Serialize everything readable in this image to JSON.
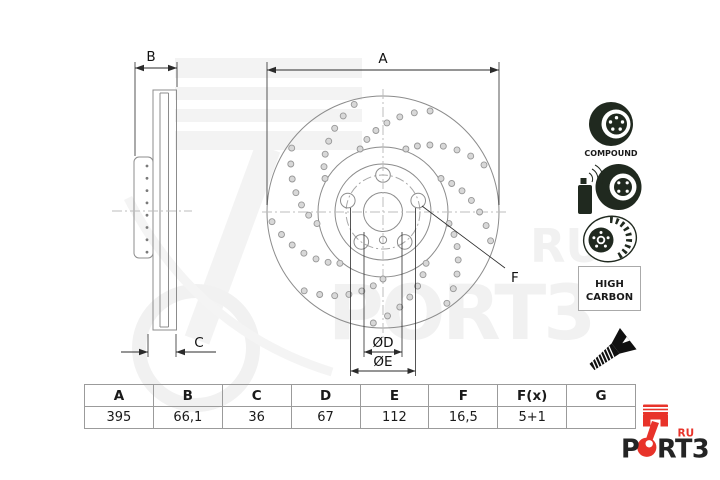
{
  "diagram": {
    "dim_a_label": "A",
    "dim_b_label": "B",
    "dim_c_label": "C",
    "dim_f_label": "F",
    "dia_d_label": "ØD",
    "dia_e_label": "ØE",
    "hole_pattern": {
      "arms": 9,
      "holes_per_arm": 7,
      "radius_start": 67,
      "radius_step": 7.4,
      "angle_step_deg": 7.5,
      "hole_radius": 3
    },
    "colors": {
      "line": "#8c8c8c",
      "dimension": "#2b2b2b",
      "centerline": "#bdbdbd",
      "hole_fill": "#d8d8d8",
      "hole_stroke": "#979797"
    }
  },
  "side_icons": {
    "compound_label": "COMPOUND",
    "high_carbon_line1": "HIGH",
    "high_carbon_line2": "CARBON",
    "icon_names": [
      "compound-disc-icon",
      "coating-spray-icon",
      "vented-disc-icon",
      "high-carbon-badge",
      "countersunk-screw-icon"
    ],
    "icon_color": "#20291f",
    "screw_color": "#101010"
  },
  "watermark": {
    "brand": "PORT3",
    "suffix": "RU",
    "color": "#f1f1f1"
  },
  "table": {
    "headers": [
      "A",
      "B",
      "C",
      "D",
      "E",
      "F",
      "F(x)",
      "G"
    ],
    "values": [
      "395",
      "66,1",
      "36",
      "67",
      "112",
      "16,5",
      "5+1",
      ""
    ]
  },
  "logo": {
    "p": "P",
    "rt3": "RT3",
    "ru": "RU",
    "red": "#e8332a",
    "dark": "#242424"
  }
}
